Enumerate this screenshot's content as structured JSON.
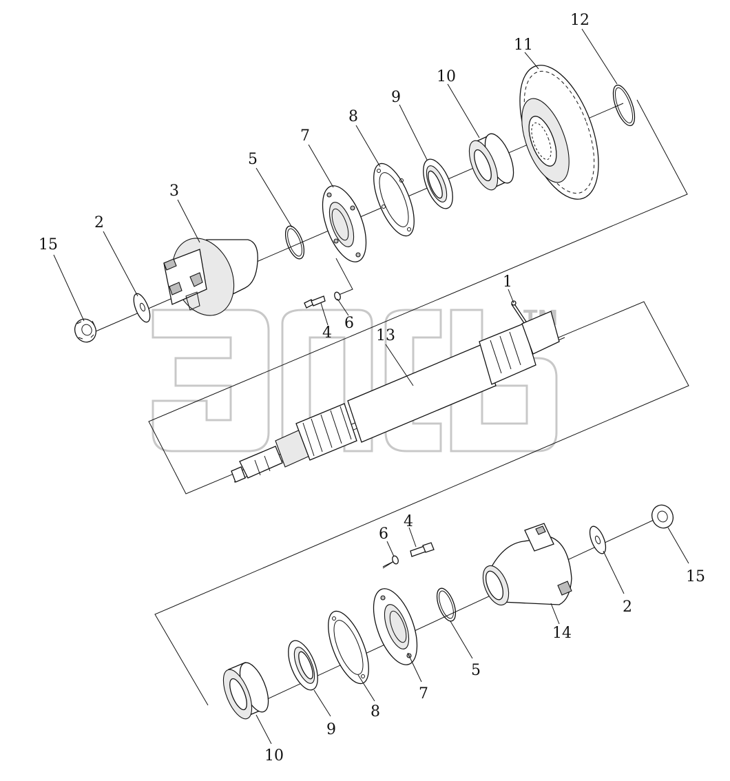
{
  "watermark": {
    "trademark": "TM"
  },
  "callouts": [
    {
      "id": "c-15-top",
      "label": "15"
    },
    {
      "id": "c-2-top",
      "label": "2"
    },
    {
      "id": "c-3",
      "label": "3"
    },
    {
      "id": "c-5-top",
      "label": "5"
    },
    {
      "id": "c-7-top",
      "label": "7"
    },
    {
      "id": "c-8-top",
      "label": "8"
    },
    {
      "id": "c-9-top",
      "label": "9"
    },
    {
      "id": "c-10-top",
      "label": "10"
    },
    {
      "id": "c-11",
      "label": "11"
    },
    {
      "id": "c-12",
      "label": "12"
    },
    {
      "id": "c-4-top",
      "label": "4"
    },
    {
      "id": "c-6-top",
      "label": "6"
    },
    {
      "id": "c-1",
      "label": "1"
    },
    {
      "id": "c-13",
      "label": "13"
    },
    {
      "id": "c-6-bot",
      "label": "6"
    },
    {
      "id": "c-4-bot",
      "label": "4"
    },
    {
      "id": "c-15-bot",
      "label": "15"
    },
    {
      "id": "c-2-bot",
      "label": "2"
    },
    {
      "id": "c-14",
      "label": "14"
    },
    {
      "id": "c-5-bot",
      "label": "5"
    },
    {
      "id": "c-7-bot",
      "label": "7"
    },
    {
      "id": "c-8-bot",
      "label": "8"
    },
    {
      "id": "c-9-bot",
      "label": "9"
    },
    {
      "id": "c-10-bot",
      "label": "10"
    }
  ]
}
